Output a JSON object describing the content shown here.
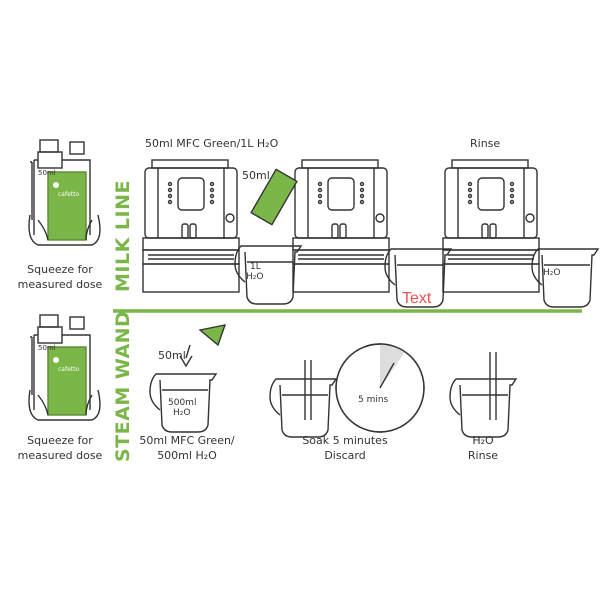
{
  "colors": {
    "accent": "#7ab648",
    "annotation": "#e8524f",
    "line": "#333333"
  },
  "milk_line": {
    "section_label": "MILK LINE",
    "bottle": {
      "dose_label": "50ml",
      "brand": "cafetto"
    },
    "caption_1": "Squeeze for",
    "caption_2": "measured dose",
    "step1_title": "50ml MFC Green/1L H₂O",
    "step1_pour": "50ml",
    "step1_jug": "1L",
    "step1_jug_2": "H₂O",
    "step3_title": "Rinse",
    "step3_jug": "H₂O"
  },
  "annotation": "Text",
  "steam_wand": {
    "section_label": "STEAM WAND",
    "bottle": {
      "dose_label": "50ml",
      "brand": "cafetto"
    },
    "caption_1": "Squeeze for",
    "caption_2": "measured dose",
    "step1_pour": "50ml",
    "step1_jug": "500ml",
    "step1_jug_2": "H₂O",
    "step1_caption_1": "50ml MFC Green/",
    "step1_caption_2": "500ml H₂O",
    "timer": "5 mins",
    "step2_caption_1": "Soak 5 minutes",
    "step2_caption_2": "Discard",
    "step3_caption_1": "H₂O",
    "step3_caption_2": "Rinse"
  }
}
